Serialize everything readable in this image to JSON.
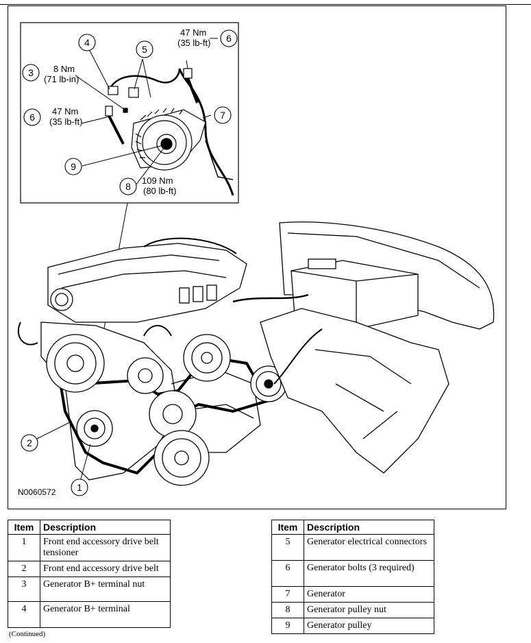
{
  "figure": {
    "code": "N0060572",
    "callouts": {
      "c1": "1",
      "c2": "2",
      "c3": "3",
      "c4": "4",
      "c5": "5",
      "c6a": "6",
      "c6b": "6",
      "c7": "7",
      "c8": "8",
      "c9": "9"
    },
    "torques": {
      "t3_nm": "8 Nm",
      "t3_imp": "(71 lb-in)",
      "t6a_nm": "47 Nm",
      "t6a_imp": "(35 lb-ft)",
      "t6b_nm": "47 Nm",
      "t6b_imp": "(35 lb-ft)",
      "t8_nm": "109 Nm",
      "t8_imp": "(80 lb-ft)"
    }
  },
  "legend_left": {
    "header_item": "Item",
    "header_desc": "Description",
    "rows": [
      {
        "item": "1",
        "desc": "Front end accessory drive belt tensioner"
      },
      {
        "item": "2",
        "desc": "Front end accessory drive belt"
      },
      {
        "item": "3",
        "desc": "Generator B+ terminal nut"
      },
      {
        "item": "4",
        "desc": "Generator B+ terminal"
      }
    ]
  },
  "legend_right": {
    "header_item": "Item",
    "header_desc": "Description",
    "rows": [
      {
        "item": "5",
        "desc": "Generator electrical connectors"
      },
      {
        "item": "6",
        "desc": "Generator bolts (3 required)"
      },
      {
        "item": "7",
        "desc": "Generator"
      },
      {
        "item": "8",
        "desc": "Generator pulley nut"
      },
      {
        "item": "9",
        "desc": "Generator pulley"
      }
    ]
  },
  "footer": {
    "continued": "(Continued)"
  }
}
